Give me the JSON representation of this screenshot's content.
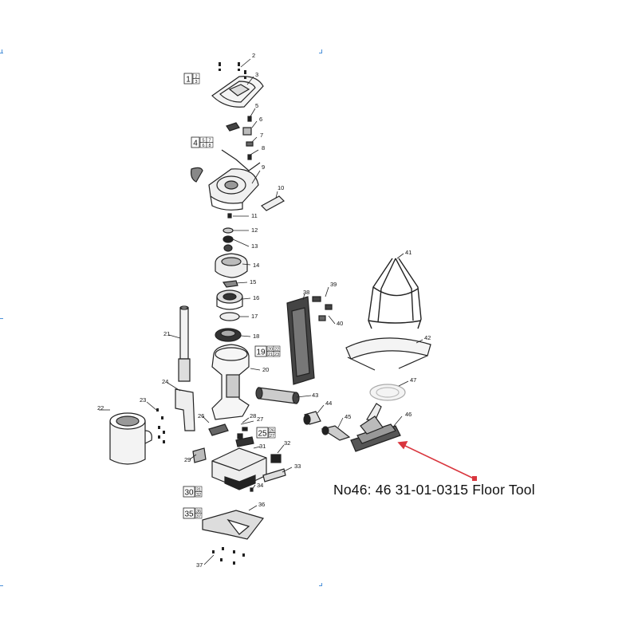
{
  "caption": "No46: 46 31-01-0315 Floor Tool",
  "accent_color": "#d9363e",
  "callouts": [
    "2",
    "3",
    "5",
    "6",
    "7",
    "8",
    "9",
    "10",
    "11",
    "12",
    "13",
    "14",
    "15",
    "16",
    "17",
    "18",
    "20",
    "21",
    "22",
    "23",
    "24",
    "26",
    "27",
    "28",
    "29",
    "31",
    "32",
    "33",
    "34",
    "36",
    "37",
    "38",
    "39",
    "40",
    "41",
    "42",
    "43",
    "44",
    "45",
    "46",
    "47"
  ],
  "groups": [
    {
      "main": "1",
      "subs": [
        "2",
        "3"
      ]
    },
    {
      "main": "4",
      "subs": [
        "5",
        "6",
        "7",
        "8"
      ]
    },
    {
      "main": "19",
      "subs": [
        "20",
        "21",
        "22",
        "23"
      ]
    },
    {
      "main": "25",
      "subs": [
        "26",
        "27"
      ]
    },
    {
      "main": "30",
      "subs": [
        "31",
        "32"
      ]
    },
    {
      "main": "35",
      "subs": [
        "36",
        "37"
      ]
    }
  ]
}
